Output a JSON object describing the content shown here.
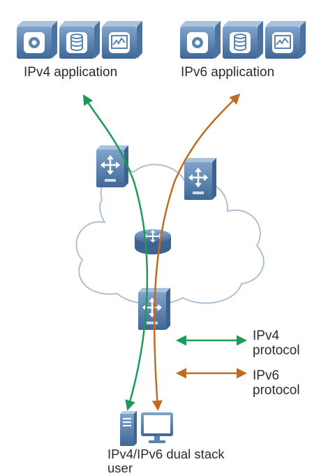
{
  "labels": {
    "ipv4_application": "IPv4 application",
    "ipv6_application": "IPv6 application",
    "ipv4_protocol": "IPv4 protocol",
    "ipv6_protocol": "IPv6 protocol",
    "dual_stack_user": "IPv4/IPv6 dual stack user"
  },
  "colors": {
    "ipv4": "#1f9a55",
    "ipv6": "#c16a22",
    "device": "#5a84b4",
    "cloud_stroke": "#aebfd6"
  },
  "icons": {
    "application_servers": [
      "camera-server-icon",
      "database-server-icon",
      "monitor-server-icon"
    ],
    "network_devices": [
      "switch-icon",
      "router-icon"
    ],
    "user_devices": [
      "tower-pc-icon",
      "monitor-icon"
    ]
  }
}
